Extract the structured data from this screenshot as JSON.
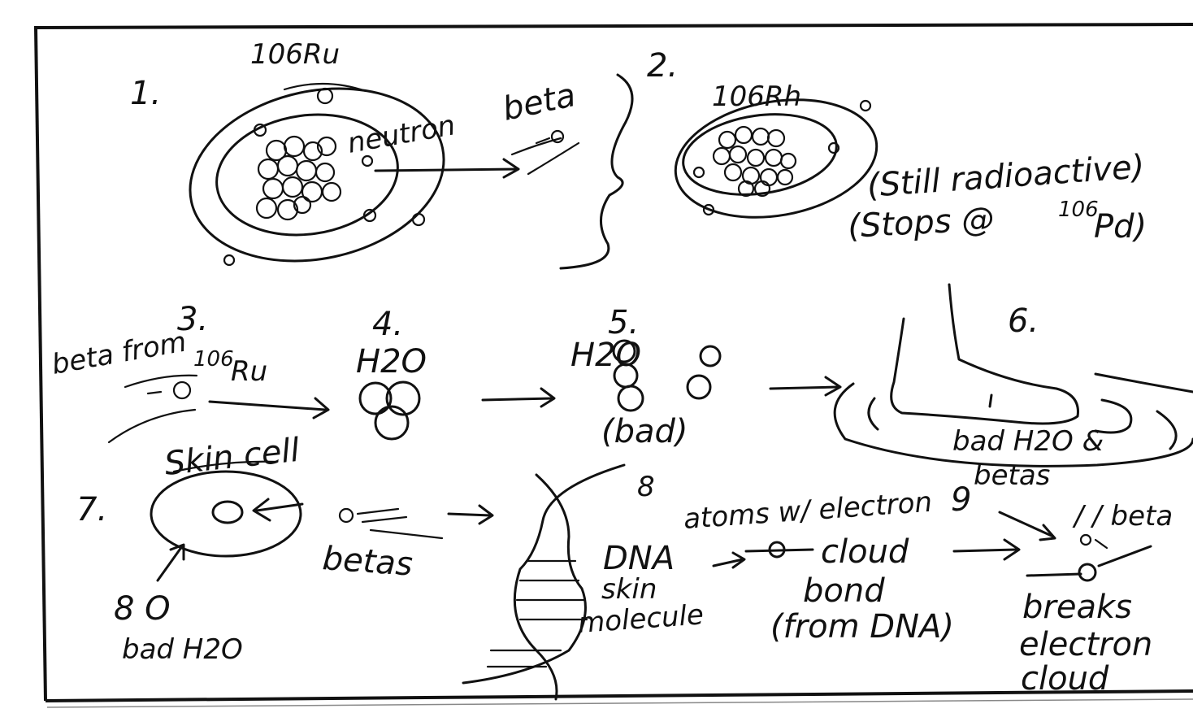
{
  "panels": {
    "p1": {
      "number": "1.",
      "isotope": "106Ru",
      "particle": "neutron",
      "emission": "beta"
    },
    "p2": {
      "number": "2.",
      "isotope": "106Rh",
      "note1": "(Still radioactive)",
      "note2_prefix": "(Stops @",
      "note2_mass": "106",
      "note2_element": "Pd)"
    },
    "p3": {
      "number": "3.",
      "text1": "beta from",
      "mass": "106",
      "element": "Ru"
    },
    "p4": {
      "number": "4.",
      "label": "H2O"
    },
    "p5": {
      "number": "5.",
      "label": "H2O",
      "note": "(bad)"
    },
    "p6": {
      "number": "6.",
      "label": "bad H2O &",
      "label2": "betas"
    },
    "p7": {
      "number": "7.",
      "label": "Skin cell",
      "betas": "betas"
    },
    "p8": {
      "symbols": "8  O",
      "label": "bad H2O",
      "dna_num": "8",
      "dna": "DNA",
      "dna_sub1": "skin",
      "dna_sub2": "molecule",
      "atoms": "atoms w/ electron",
      "cloud": "cloud",
      "bond": "bond",
      "from": "(from DNA)"
    },
    "p9": {
      "number": "9",
      "beta": "/ / beta",
      "breaks1": "breaks",
      "breaks2": "electron",
      "breaks3": "cloud"
    }
  }
}
